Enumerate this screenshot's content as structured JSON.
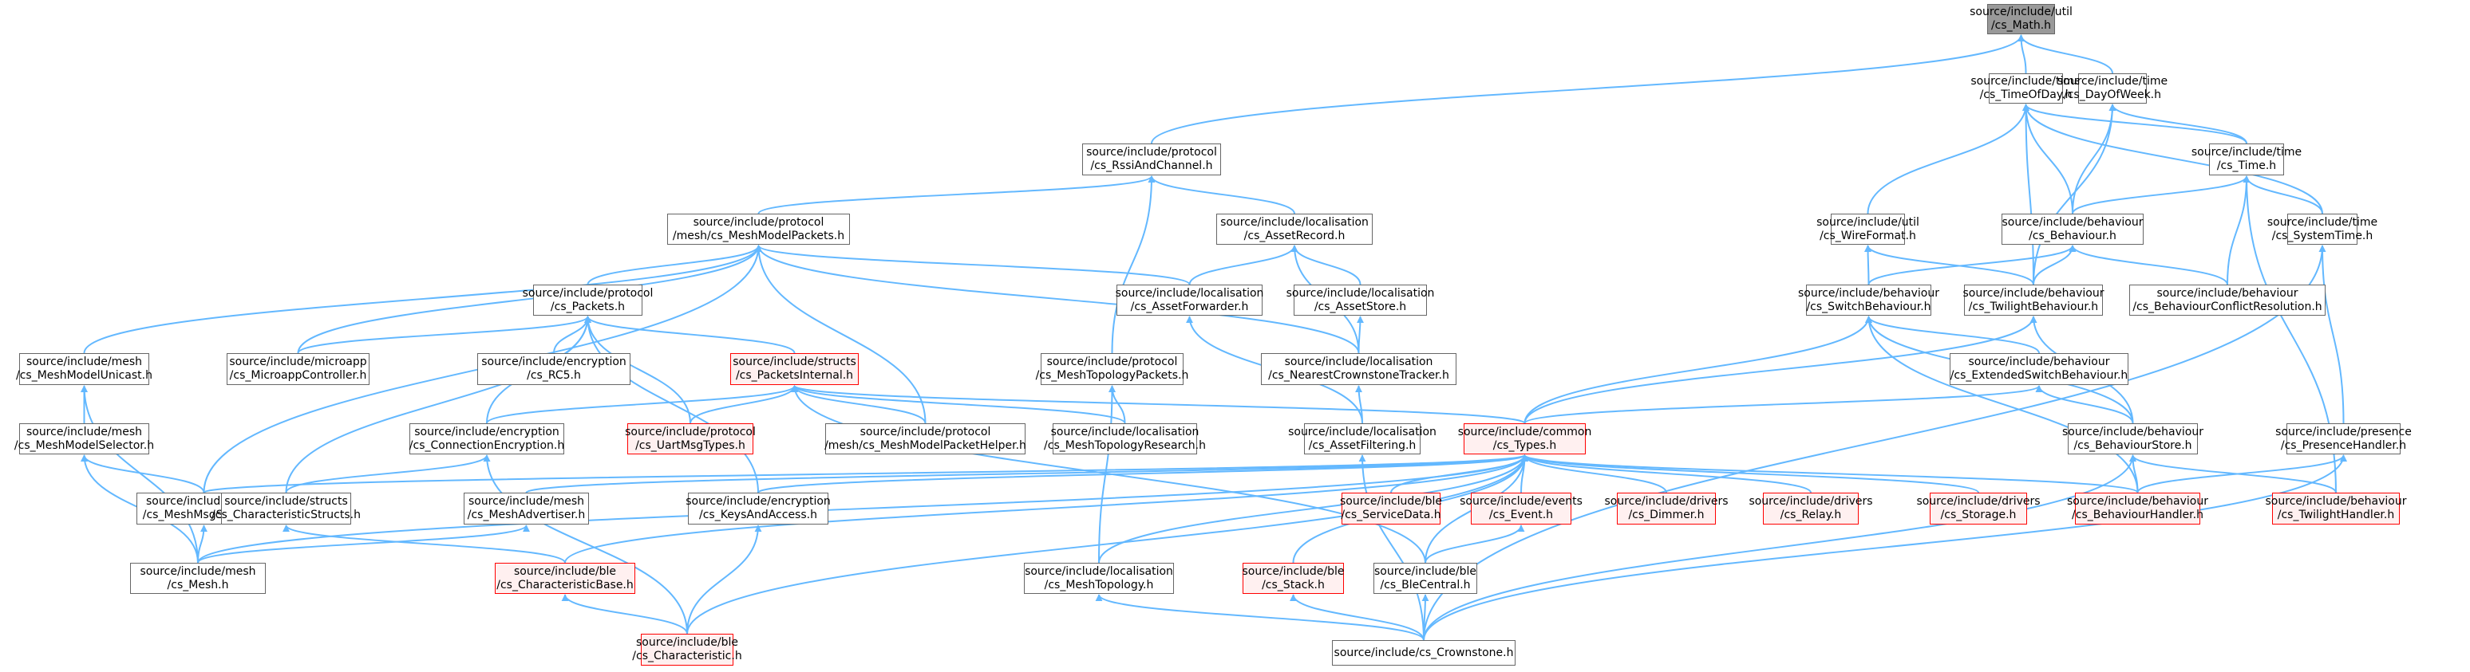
{
  "colors": {
    "edge": "#63b8ff",
    "node_border": "#666666",
    "root_fill": "#999999",
    "highlight_border": "#ff0000",
    "highlight_fill": "#fff0f0"
  },
  "nodes": [
    {
      "id": "math",
      "line1": "source/include/util",
      "line2": "/cs_Math.h",
      "style": "root"
    },
    {
      "id": "timeofday",
      "line1": "source/include/time",
      "line2": "/cs_TimeOfDay.h",
      "style": "normal"
    },
    {
      "id": "dayofweek",
      "line1": "source/include/time",
      "line2": "/cs_DayOfWeek.h",
      "style": "normal"
    },
    {
      "id": "rssi",
      "line1": "source/include/protocol",
      "line2": "/cs_RssiAndChannel.h",
      "style": "normal"
    },
    {
      "id": "time",
      "line1": "source/include/time",
      "line2": "/cs_Time.h",
      "style": "normal"
    },
    {
      "id": "meshmodelpackets",
      "line1": "source/include/protocol",
      "line2": "/mesh/cs_MeshModelPackets.h",
      "style": "normal"
    },
    {
      "id": "assetrecord",
      "line1": "source/include/localisation",
      "line2": "/cs_AssetRecord.h",
      "style": "normal"
    },
    {
      "id": "wireformat",
      "line1": "source/include/util",
      "line2": "/cs_WireFormat.h",
      "style": "normal"
    },
    {
      "id": "behaviour",
      "line1": "source/include/behaviour",
      "line2": "/cs_Behaviour.h",
      "style": "normal"
    },
    {
      "id": "systemtime",
      "line1": "source/include/time",
      "line2": "/cs_SystemTime.h",
      "style": "normal"
    },
    {
      "id": "packets",
      "line1": "source/include/protocol",
      "line2": "/cs_Packets.h",
      "style": "normal"
    },
    {
      "id": "assetforwarder",
      "line1": "source/include/localisation",
      "line2": "/cs_AssetForwarder.h",
      "style": "normal"
    },
    {
      "id": "assetstore",
      "line1": "source/include/localisation",
      "line2": "/cs_AssetStore.h",
      "style": "normal"
    },
    {
      "id": "switchbehaviour",
      "line1": "source/include/behaviour",
      "line2": "/cs_SwitchBehaviour.h",
      "style": "normal"
    },
    {
      "id": "twilightbehaviour",
      "line1": "source/include/behaviour",
      "line2": "/cs_TwilightBehaviour.h",
      "style": "normal"
    },
    {
      "id": "conflictres",
      "line1": "source/include/behaviour",
      "line2": "/cs_BehaviourConflictResolution.h",
      "style": "normal"
    },
    {
      "id": "meshmodelunicast",
      "line1": "source/include/mesh",
      "line2": "/cs_MeshModelUnicast.h",
      "style": "normal"
    },
    {
      "id": "microapp",
      "line1": "source/include/microapp",
      "line2": "/cs_MicroappController.h",
      "style": "normal"
    },
    {
      "id": "rcs",
      "line1": "source/include/encryption",
      "line2": "/cs_RC5.h",
      "style": "normal"
    },
    {
      "id": "packetsinternal",
      "line1": "source/include/structs",
      "line2": "/cs_PacketsInternal.h",
      "style": "red"
    },
    {
      "id": "meshtopopackets",
      "line1": "source/include/protocol",
      "line2": "/cs_MeshTopologyPackets.h",
      "style": "normal"
    },
    {
      "id": "nearest",
      "line1": "source/include/localisation",
      "line2": "/cs_NearestCrownstoneTracker.h",
      "style": "normal"
    },
    {
      "id": "extswitch",
      "line1": "source/include/behaviour",
      "line2": "/cs_ExtendedSwitchBehaviour.h",
      "style": "normal"
    },
    {
      "id": "meshmodelselector",
      "line1": "source/include/mesh",
      "line2": "/cs_MeshModelSelector.h",
      "style": "normal"
    },
    {
      "id": "connenc",
      "line1": "source/include/encryption",
      "line2": "/cs_ConnectionEncryption.h",
      "style": "normal"
    },
    {
      "id": "uartmsgtypes",
      "line1": "source/include/protocol",
      "line2": "/cs_UartMsgTypes.h",
      "style": "red"
    },
    {
      "id": "meshpackethelper",
      "line1": "source/include/protocol",
      "line2": "/mesh/cs_MeshModelPacketHelper.h",
      "style": "normal"
    },
    {
      "id": "meshtoporesearch",
      "line1": "source/include/localisation",
      "line2": "/cs_MeshTopologyResearch.h",
      "style": "normal"
    },
    {
      "id": "assetfiltering",
      "line1": "source/include/localisation",
      "line2": "/cs_AssetFiltering.h",
      "style": "normal"
    },
    {
      "id": "types",
      "line1": "source/include/common",
      "line2": "/cs_Types.h",
      "style": "red"
    },
    {
      "id": "behaviourstore",
      "line1": "source/include/behaviour",
      "line2": "/cs_BehaviourStore.h",
      "style": "normal"
    },
    {
      "id": "presence",
      "line1": "source/include/presence",
      "line2": "/cs_PresenceHandler.h",
      "style": "normal"
    },
    {
      "id": "meshmsgsender",
      "line1": "source/include/mesh",
      "line2": "/cs_MeshMsgSender.h",
      "style": "normal"
    },
    {
      "id": "charstructs",
      "line1": "source/include/structs",
      "line2": "/cs_CharacteristicStructs.h",
      "style": "normal"
    },
    {
      "id": "meshadvertiser",
      "line1": "source/include/mesh",
      "line2": "/cs_MeshAdvertiser.h",
      "style": "normal"
    },
    {
      "id": "keysaccess",
      "line1": "source/include/encryption",
      "line2": "/cs_KeysAndAccess.h",
      "style": "normal"
    },
    {
      "id": "servicedata",
      "line1": "source/include/ble",
      "line2": "/cs_ServiceData.h",
      "style": "red"
    },
    {
      "id": "event",
      "line1": "source/include/events",
      "line2": "/cs_Event.h",
      "style": "red"
    },
    {
      "id": "dimmer",
      "line1": "source/include/drivers",
      "line2": "/cs_Dimmer.h",
      "style": "red"
    },
    {
      "id": "relay",
      "line1": "source/include/drivers",
      "line2": "/cs_Relay.h",
      "style": "red"
    },
    {
      "id": "storage",
      "line1": "source/include/drivers",
      "line2": "/cs_Storage.h",
      "style": "red"
    },
    {
      "id": "behaviourhandler",
      "line1": "source/include/behaviour",
      "line2": "/cs_BehaviourHandler.h",
      "style": "red"
    },
    {
      "id": "twilighthandler",
      "line1": "source/include/behaviour",
      "line2": "/cs_TwilightHandler.h",
      "style": "red"
    },
    {
      "id": "mesh",
      "line1": "source/include/mesh",
      "line2": "/cs_Mesh.h",
      "style": "normal"
    },
    {
      "id": "charbase",
      "line1": "source/include/ble",
      "line2": "/cs_CharacteristicBase.h",
      "style": "red"
    },
    {
      "id": "meshtopology",
      "line1": "source/include/localisation",
      "line2": "/cs_MeshTopology.h",
      "style": "normal"
    },
    {
      "id": "stack",
      "line1": "source/include/ble",
      "line2": "/cs_Stack.h",
      "style": "red"
    },
    {
      "id": "blecentral",
      "line1": "source/include/ble",
      "line2": "/cs_BleCentral.h",
      "style": "normal"
    },
    {
      "id": "characteristic",
      "line1": "source/include/ble",
      "line2": "/cs_Characteristic.h",
      "style": "red"
    },
    {
      "id": "crownstone",
      "line1": "source/include/cs_Crownstone.h",
      "line2": "",
      "style": "normal"
    }
  ],
  "edges": [
    [
      "math",
      "timeofday"
    ],
    [
      "math",
      "dayofweek"
    ],
    [
      "math",
      "rssi"
    ],
    [
      "timeofday",
      "time"
    ],
    [
      "timeofday",
      "wireformat"
    ],
    [
      "timeofday",
      "behaviour"
    ],
    [
      "timeofday",
      "twilightbehaviour"
    ],
    [
      "timeofday",
      "systemtime"
    ],
    [
      "dayofweek",
      "time"
    ],
    [
      "dayofweek",
      "behaviour"
    ],
    [
      "dayofweek",
      "twilightbehaviour"
    ],
    [
      "rssi",
      "meshmodelpackets"
    ],
    [
      "rssi",
      "assetrecord"
    ],
    [
      "rssi",
      "meshtopopackets"
    ],
    [
      "time",
      "behaviour"
    ],
    [
      "time",
      "systemtime"
    ],
    [
      "time",
      "conflictres"
    ],
    [
      "time",
      "twilighthandler"
    ],
    [
      "meshmodelpackets",
      "packets"
    ],
    [
      "meshmodelpackets",
      "meshmodelunicast"
    ],
    [
      "meshmodelpackets",
      "microapp"
    ],
    [
      "meshmodelpackets",
      "assetforwarder"
    ],
    [
      "meshmodelpackets",
      "nearest"
    ],
    [
      "meshmodelpackets",
      "meshpackethelper"
    ],
    [
      "meshmodelpackets",
      "meshmsgsender"
    ],
    [
      "assetrecord",
      "assetforwarder"
    ],
    [
      "assetrecord",
      "assetstore"
    ],
    [
      "assetrecord",
      "nearest"
    ],
    [
      "wireformat",
      "switchbehaviour"
    ],
    [
      "wireformat",
      "twilightbehaviour"
    ],
    [
      "behaviour",
      "switchbehaviour"
    ],
    [
      "behaviour",
      "twilightbehaviour"
    ],
    [
      "behaviour",
      "conflictres"
    ],
    [
      "systemtime",
      "presence"
    ],
    [
      "systemtime",
      "crownstone"
    ],
    [
      "packets",
      "microapp"
    ],
    [
      "packets",
      "rcs"
    ],
    [
      "packets",
      "packetsinternal"
    ],
    [
      "packets",
      "connenc"
    ],
    [
      "packets",
      "uartmsgtypes"
    ],
    [
      "packets",
      "charstructs"
    ],
    [
      "packets",
      "keysaccess"
    ],
    [
      "assetforwarder",
      "assetfiltering"
    ],
    [
      "assetstore",
      "nearest"
    ],
    [
      "switchbehaviour",
      "extswitch"
    ],
    [
      "switchbehaviour",
      "behaviourstore"
    ],
    [
      "switchbehaviour",
      "types"
    ],
    [
      "switchbehaviour",
      "behaviourhandler"
    ],
    [
      "twilightbehaviour",
      "behaviourstore"
    ],
    [
      "twilightbehaviour",
      "types"
    ],
    [
      "meshmodelunicast",
      "meshmodelselector"
    ],
    [
      "meshmodelunicast",
      "mesh"
    ],
    [
      "packetsinternal",
      "connenc"
    ],
    [
      "packetsinternal",
      "uartmsgtypes"
    ],
    [
      "packetsinternal",
      "meshpackethelper"
    ],
    [
      "packetsinternal",
      "meshtoporesearch"
    ],
    [
      "packetsinternal",
      "types"
    ],
    [
      "packetsinternal",
      "blecentral"
    ],
    [
      "meshtopopackets",
      "meshtoporesearch"
    ],
    [
      "meshtopopackets",
      "meshtopology"
    ],
    [
      "nearest",
      "assetfiltering"
    ],
    [
      "extswitch",
      "types"
    ],
    [
      "extswitch",
      "behaviourstore"
    ],
    [
      "meshmodelselector",
      "meshmsgsender"
    ],
    [
      "meshmodelselector",
      "mesh"
    ],
    [
      "connenc",
      "charstructs"
    ],
    [
      "connenc",
      "characteristic"
    ],
    [
      "assetfiltering",
      "crownstone"
    ],
    [
      "types",
      "meshmsgsender"
    ],
    [
      "types",
      "meshadvertiser"
    ],
    [
      "types",
      "keysaccess"
    ],
    [
      "types",
      "servicedata"
    ],
    [
      "types",
      "event"
    ],
    [
      "types",
      "dimmer"
    ],
    [
      "types",
      "relay"
    ],
    [
      "types",
      "storage"
    ],
    [
      "types",
      "behaviourhandler"
    ],
    [
      "types",
      "charbase"
    ],
    [
      "types",
      "stack"
    ],
    [
      "types",
      "blecentral"
    ],
    [
      "types",
      "meshtopology"
    ],
    [
      "types",
      "characteristic"
    ],
    [
      "types",
      "mesh"
    ],
    [
      "behaviourstore",
      "behaviourhandler"
    ],
    [
      "behaviourstore",
      "twilighthandler"
    ],
    [
      "behaviourstore",
      "crownstone"
    ],
    [
      "presence",
      "behaviourhandler"
    ],
    [
      "presence",
      "crownstone"
    ],
    [
      "meshmsgsender",
      "mesh"
    ],
    [
      "meshadvertiser",
      "mesh"
    ],
    [
      "charstructs",
      "charbase"
    ],
    [
      "keysaccess",
      "characteristic"
    ],
    [
      "event",
      "blecentral"
    ],
    [
      "charbase",
      "characteristic"
    ],
    [
      "meshtopology",
      "crownstone"
    ],
    [
      "stack",
      "crownstone"
    ],
    [
      "blecentral",
      "crownstone"
    ]
  ]
}
